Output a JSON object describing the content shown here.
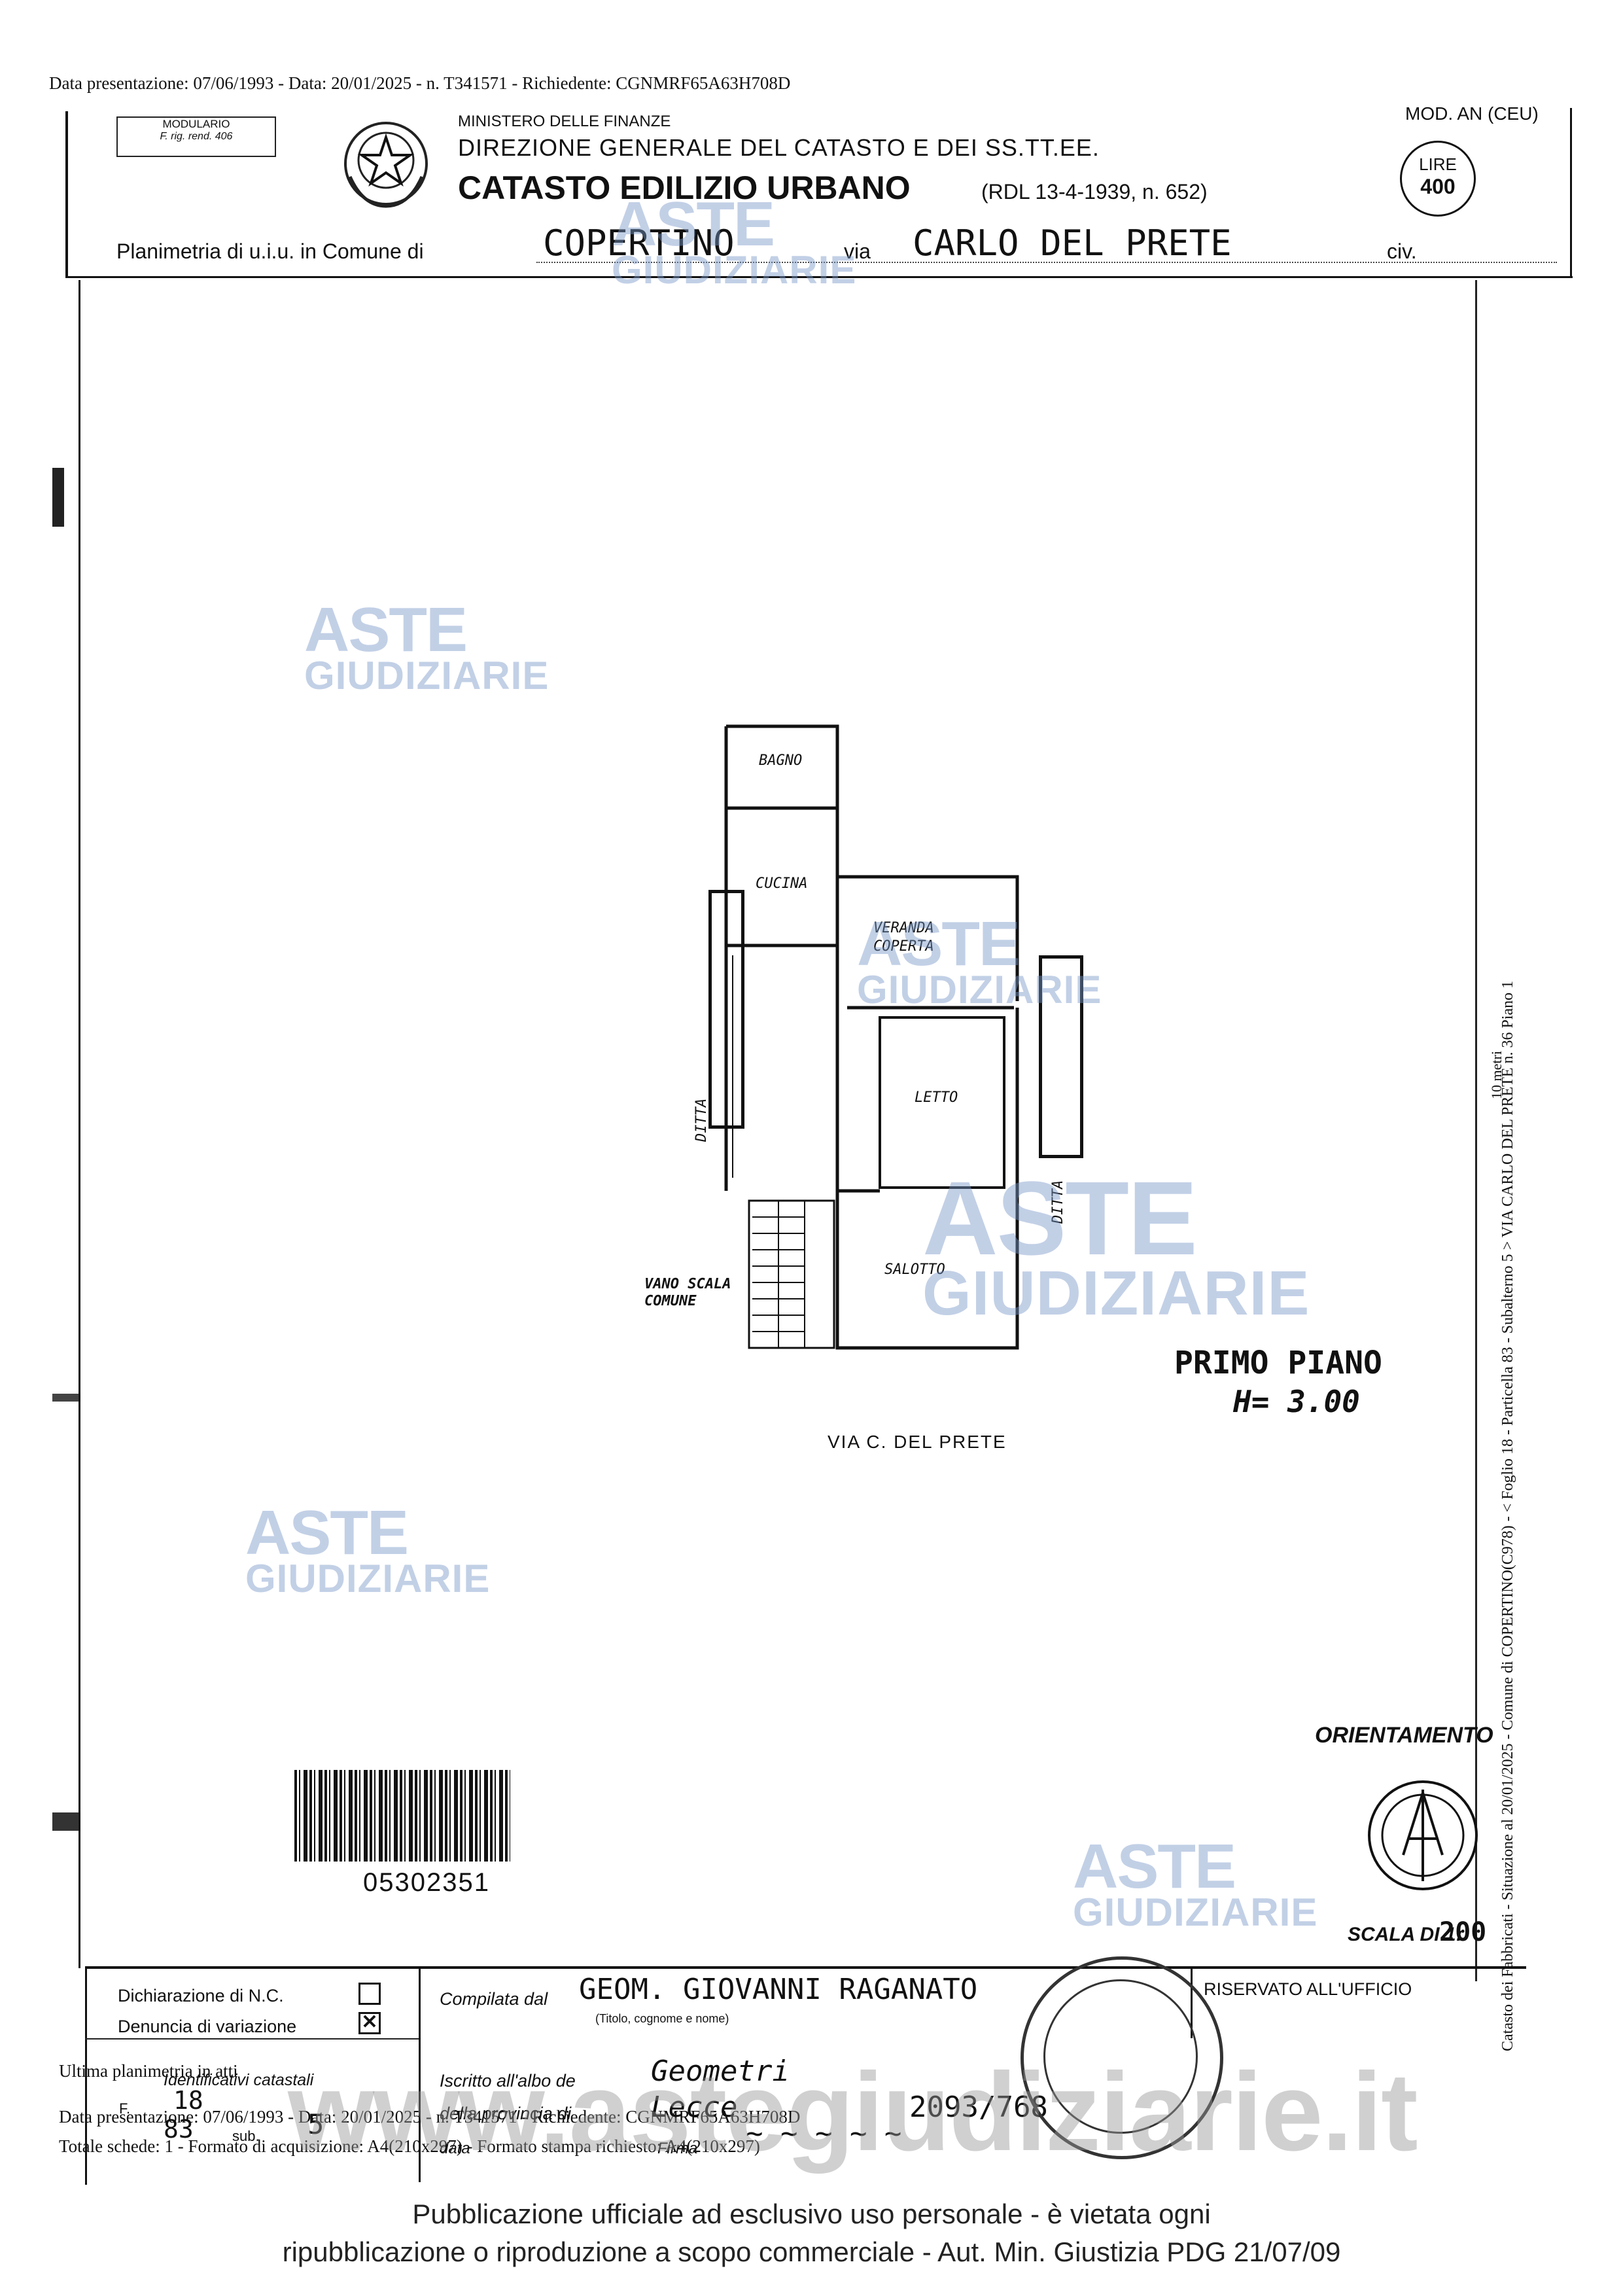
{
  "header": {
    "presentation_line": "Data presentazione: 07/06/1993 - Data: 20/01/2025 - n. T341571 - Richiedente: CGNMRF65A63H708D",
    "modulario_label": "MODULARIO",
    "modulario_sub": "F. rig. rend. 406",
    "ministry": "MINISTERO DELLE FINANZE",
    "direction": "DIREZIONE GENERALE DEL CATASTO E DEI SS.TT.EE.",
    "catasto_title": "CATASTO EDILIZIO URBANO",
    "law_ref": "(RDL 13-4-1939, n. 652)",
    "mod_label": "MOD. AN (CEU)",
    "lire_label": "LIRE",
    "lire_value": "400",
    "planimetria_label": "Planimetria di u.i.u. in Comune di",
    "comune": "COPERTINO",
    "via_label": "via",
    "via": "CARLO DEL PRETE",
    "civ_label": "civ."
  },
  "plan": {
    "rooms": {
      "bagno": "BAGNO",
      "cucina": "CUCINA",
      "veranda": "VERANDA COPERTA",
      "letto": "LETTO",
      "salotto": "SALOTTO",
      "vano_scala": "VANO SCALA COMUNE",
      "ditta_left": "DITTA",
      "ditta_right": "DITTA"
    },
    "street_label": "VIA C. DEL PRETE",
    "floor_label": "PRIMO PIANO",
    "height_label": "H= 3.00",
    "orientation_label": "ORIENTAMENTO",
    "scale_label": "SCALA DI 1:",
    "scale_value": "200",
    "barcode_number": "05302351"
  },
  "side_text": "Catasto dei Fabbricati - Situazione al 20/01/2025 - Comune di COPERTINO(C978) - < Foglio 18 - Particella 83 - Subalterno 5 > VIA CARLO DEL PRETE n. 36 Piano 1",
  "side_small": "10 metri",
  "footer_box": {
    "dichiarazione": "Dichiarazione di N.C.",
    "denuncia": "Denuncia di variazione",
    "identificativi": "Identificativi catastali",
    "f_label": "F.",
    "f_value": "18",
    "p_value": "83",
    "sub_label": "sub.",
    "sub_value": "5",
    "compilata": "Compilata dal",
    "compilatore": "GEOM. GIOVANNI RAGANATO",
    "titolo_hint": "(Titolo, cognome e nome)",
    "iscritto": "Iscritto all'albo de",
    "albo": "Geometri",
    "provincia": "della provincia di",
    "provincia_value": "Lecce",
    "numero": "2093/768",
    "data_label": "data",
    "firma_label": "Firma",
    "riservato": "RISERVATO ALL'UFFICIO"
  },
  "bottom_lines": {
    "ultima": "Ultima planimetria in atti",
    "data_line": "Data presentazione: 07/06/1993 - Data: 20/01/2025 - n. T341571 - Richiedente: CGNMRF65A63H708D",
    "totale": "Totale schede: 1 - Formato di acquisizione: A4(210x297) - Formato stampa richiesto: A4(210x297)"
  },
  "watermark": {
    "aste": "ASTE",
    "giudiziarie": "GIUDIZIARIE",
    "site": "www.astegiudiziarie.it"
  },
  "publication": {
    "line1": "Pubblicazione ufficiale ad esclusivo uso personale - è vietata ogni",
    "line2": "ripubblicazione o riproduzione a scopo commerciale - Aut. Min. Giustizia PDG 21/07/09"
  }
}
